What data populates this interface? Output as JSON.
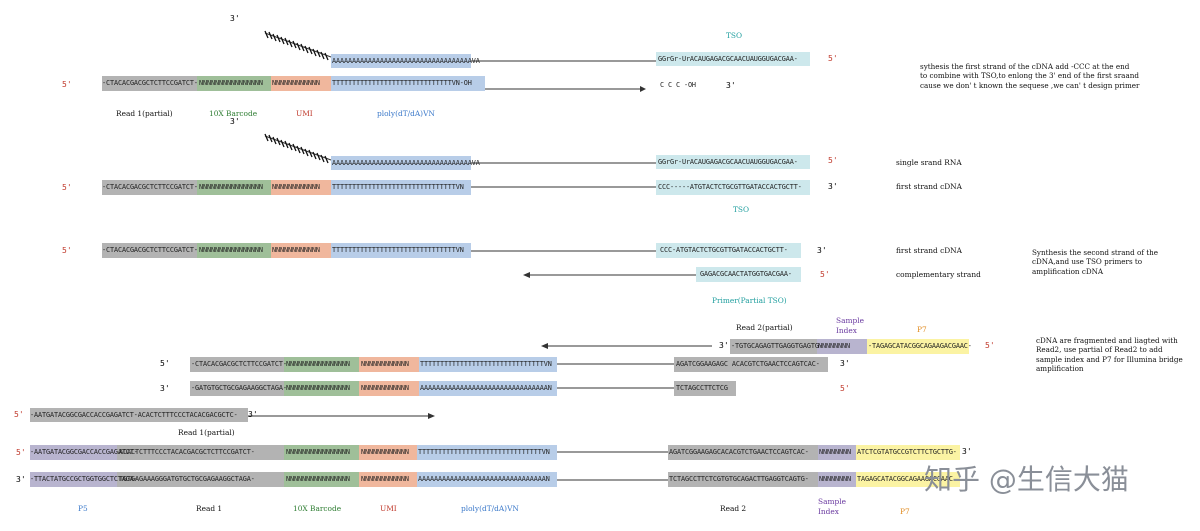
{
  "colors": {
    "gray": "#b3b3b3",
    "green": "#9fbf99",
    "salmon": "#f0b79d",
    "blue": "#b8cde8",
    "tso": "#cde8ec",
    "yellow": "#fbf3a3",
    "purple": "#b8b4cf"
  },
  "labels": {
    "five_prime": "5'",
    "three_prime": "3'",
    "read1_partial": "Read 1(partial)",
    "barcode": "10X Barcode",
    "umi": "UMI",
    "polydt": "ploly(dT/dA)VN",
    "tso": "TSO",
    "primer_tso": "Primer(Partial TSO)",
    "read2_partial": "Read 2(partial)",
    "sample_index": "Sample Index",
    "p7": "P7",
    "p5": "P5",
    "read1": "Read 1",
    "read2": "Read 2",
    "ccc_oh": "C C C -OH",
    "single_strand_rna": "single srand RNA",
    "first_strand_cdna": "first strand cDNA",
    "first_strand_cdna2": "first strand cDNA",
    "complementary_strand": "complementary strand"
  },
  "notes": {
    "n1": "sythesis the first strand of the cDNA add -CCC at the end\nto combine with TSO,to enlong the 3' end of the first sraand\ncause we don' t known the sequese ,we can' t design primer",
    "n2": "Synthesis the second strand of the\ncDNA,and use TSO primers to\namplification cDNA",
    "n3": "cDNA are fragmented and liagted with\nRead2, use partial of Read2 to add\nsample index and P7 for Illumina bridge\namplification"
  },
  "seqs": {
    "read1_part": "-CTACACGACGCTCTTCCGATCT-",
    "barcode_n": "NNNNNNNNNNNNNNNN",
    "umi_n": "NNNNNNNNNNNN",
    "polyT": "TTTTTTTTTTTTTTTTTTTTTTTTTTTTTTVN-OH",
    "polyT2": "TTTTTTTTTTTTTTTTTTTTTTTTTTTTTTTVN",
    "polyA": "AAAAAAAAAAAAAAAAAAAAAAAAAAAAAAAAAAAVA",
    "tso1": "GGrGr-UrACAUGAGACGCAACUAUGGUGACGAA-",
    "tso2": "GGrGr-UrACAUGAGACGCAACUAUGGUGACGAA-",
    "cdna_end": "CCC-----ATGTACTCTGCGTTGATACCACTGCTT-",
    "cdna_end2": "CCC-ATGTACTCTGCGTTGATACCACTGCTT-",
    "comp": "GAGACGCAACTATGGTGACGAA-",
    "read2_top": "-TGTGCAGAGTTGAGGTGAGTG-",
    "idx": "NNNNNNNN",
    "p7_top": "-TAGAGCATACGGCAGAAGACGAAC-",
    "frag_r1": "-CTACACGACGCTCTTCCGATCT-",
    "frag_r1c": "-GATGTGCTGCGAGAAGGCTAGA-",
    "polyA2": "AAAAAAAAAAAAAAAAAAAAAAAAAAAAAAAAN",
    "frag_r2": "AGATCGGAAGAGC ACACGTCTGAACTCCAGTCAC-",
    "frag_r2c": "TCTAGCCTTCTCG",
    "p5_primer": "-AATGATACGGCGACCACCGAGATCT-ACACTCTTTCCCTACACGACGCTC-",
    "final_top_p5": "-AATGATACGGCGACCACCGAGATCT-",
    "final_top_r1": "ACACTCTTTCCCTACACGACGCTCTTCCGATCT-",
    "final_bot_p5": "-TTACTATGCCGCTGGTGGCTCTAGA-",
    "final_bot_r1": "TGTGAGAAAGGGATGTGCTGCGAGAAGGCTAGA-",
    "final_top_r2": "AGATCGGAAGAGCACACGTCTGAACTCCAGTCAC-",
    "final_top_p7": "ATCTCGTATGCCGTCTTCTGCTTG-",
    "final_bot_r2": "TCTAGCCTTCTCGTGTGCAGACTTGAGGTCAGTG-",
    "final_bot_p7": "TAGAGCATACGGCAGAAGACGAAC"
  },
  "watermark": "知乎 @生信大猫"
}
